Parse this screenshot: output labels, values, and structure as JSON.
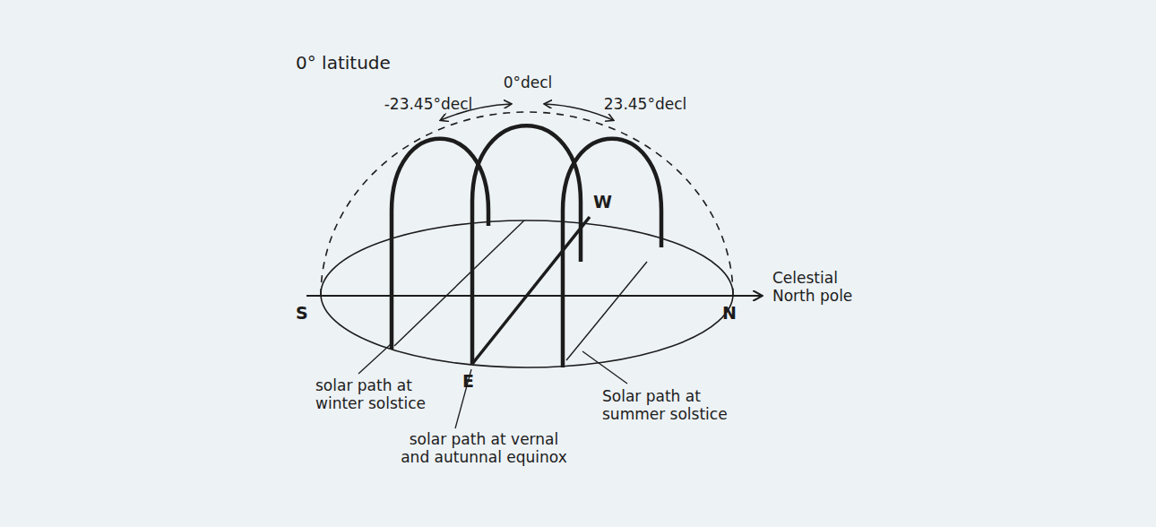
{
  "diagram": {
    "labels": [
      "0° latitude",
      "0°decl",
      "-23.45°decl",
      "23.45°decl",
      "W",
      "S",
      "N",
      "Celestial North pole",
      "E",
      "solar path at winter solstice",
      "Solar path at summer solstice",
      "solar path at vernal and autunnal equinox"
    ]
  }
}
